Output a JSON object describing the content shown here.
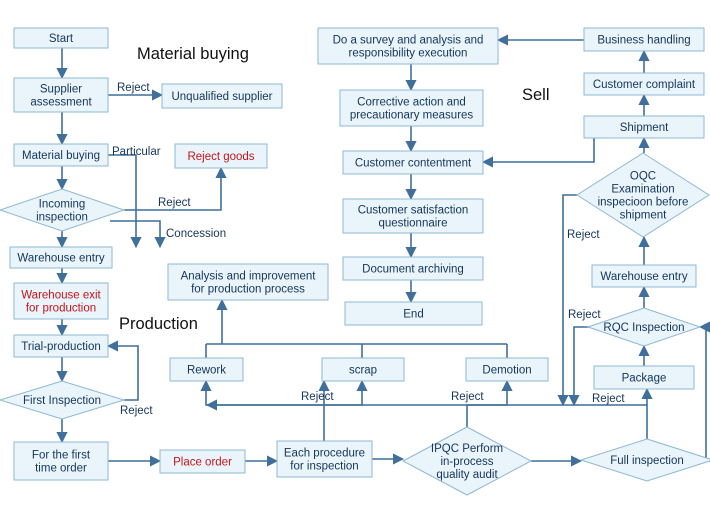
{
  "sections": {
    "material_buying": "Material buying",
    "sell": "Sell",
    "production": "Production"
  },
  "colors": {
    "node_fill": "#e9f4fb",
    "node_border": "#8fb8d3",
    "node_text": "#15355a",
    "highlight_text": "#c8141a",
    "edge": "#3f6f9a"
  },
  "nodes": {
    "start": [
      "Start"
    ],
    "supplier_assessment": [
      "Supplier",
      "assessment"
    ],
    "unqualified_supplier": [
      "Unqualified supplier"
    ],
    "material_buying": [
      "Material buying"
    ],
    "reject_goods": [
      "Reject goods"
    ],
    "incoming_inspection": [
      "Incoming",
      "inspection"
    ],
    "warehouse_entry_left": [
      "Warehouse entry"
    ],
    "warehouse_exit": [
      "Warehouse exit",
      "for production"
    ],
    "trial_production": [
      "Trial-production"
    ],
    "first_inspection": [
      "First Inspection"
    ],
    "first_time_order": [
      "For the first",
      "time order"
    ],
    "place_order": [
      "Place order"
    ],
    "each_procedure": [
      "Each procedure",
      "for inspection"
    ],
    "ipqc": [
      "IPQC Perform",
      "in-process",
      "quality audit"
    ],
    "full_inspection": [
      "Full inspection"
    ],
    "rework": [
      "Rework"
    ],
    "scrap": [
      "scrap"
    ],
    "demotion": [
      "Demotion"
    ],
    "analysis": [
      "Analysis and improvement",
      "for production process"
    ],
    "survey": [
      "Do a survey and analysis and",
      "responsibility execution"
    ],
    "business_handling": [
      "Business handling"
    ],
    "corrective_action": [
      "Corrective action and",
      "precautionary measures"
    ],
    "customer_complaint": [
      "Customer complaint"
    ],
    "customer_contentment": [
      "Customer contentment"
    ],
    "shipment": [
      "Shipment"
    ],
    "satisfaction_questionnaire": [
      "Customer satisfaction",
      "questionnaire"
    ],
    "oqc": [
      "OQC",
      "Examination",
      "inspecioon before",
      "shipment"
    ],
    "document_archiving": [
      "Document archiving"
    ],
    "end": [
      "End"
    ],
    "warehouse_entry_right": [
      "Warehouse entry"
    ],
    "rqc_inspection": [
      "RQC Inspection"
    ],
    "package": [
      "Package"
    ]
  },
  "edge_labels": {
    "reject_supplier": "Reject",
    "particular": "Particular",
    "reject_incoming": "Reject",
    "concession": "Concession",
    "reject_first": "Reject",
    "reject_procedure": "Reject",
    "reject_ipqc": "Reject",
    "reject_oqc": "Reject",
    "reject_rqc": "Reject",
    "reject_package": "Reject"
  }
}
